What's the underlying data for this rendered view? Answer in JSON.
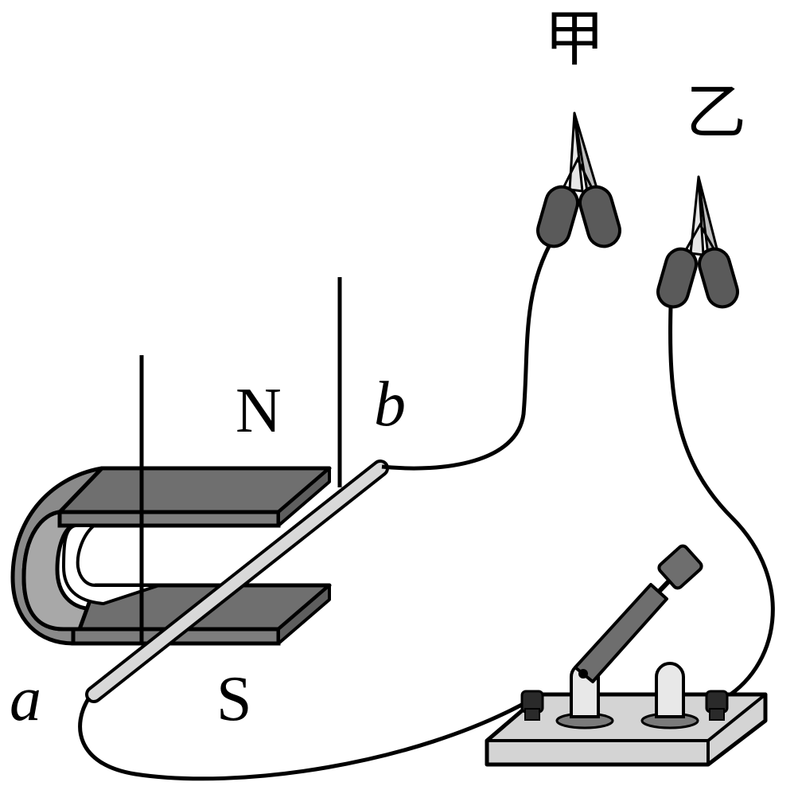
{
  "labels": {
    "pole_north": "N",
    "pole_south": "S",
    "rod_end_a": "a",
    "rod_end_b": "b",
    "clip_jia": "甲",
    "clip_yi": "乙"
  },
  "components": {
    "magnet": "horseshoe-magnet",
    "rod": "metal-rod-ab",
    "suspension": "suspension-wires",
    "switch": "knife-switch",
    "clips": [
      "alligator-clip-jia",
      "alligator-clip-yi"
    ]
  },
  "colors": {
    "magnet_dark": "#6f6f6f",
    "magnet_mid": "#9b9b9b",
    "rod": "#d9d9d9",
    "base": "#d4d4d4",
    "clip_handle": "#5a5a5a",
    "outline": "#000000"
  }
}
